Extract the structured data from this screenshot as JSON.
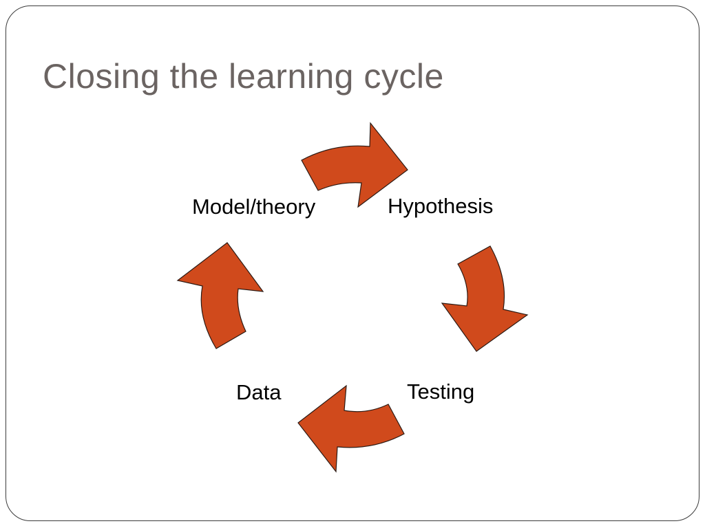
{
  "slide": {
    "title": "Closing the learning cycle"
  },
  "cycle": {
    "nodes": [
      {
        "id": "model",
        "label": "Model/theory"
      },
      {
        "id": "hypothesis",
        "label": "Hypothesis"
      },
      {
        "id": "testing",
        "label": "Testing"
      },
      {
        "id": "data",
        "label": "Data"
      }
    ],
    "edges": [
      {
        "from": "model",
        "to": "hypothesis"
      },
      {
        "from": "hypothesis",
        "to": "testing"
      },
      {
        "from": "testing",
        "to": "data"
      },
      {
        "from": "data",
        "to": "model"
      }
    ],
    "arrow_color": "#D04A1C",
    "arrow_outline": "#2A1A14"
  }
}
